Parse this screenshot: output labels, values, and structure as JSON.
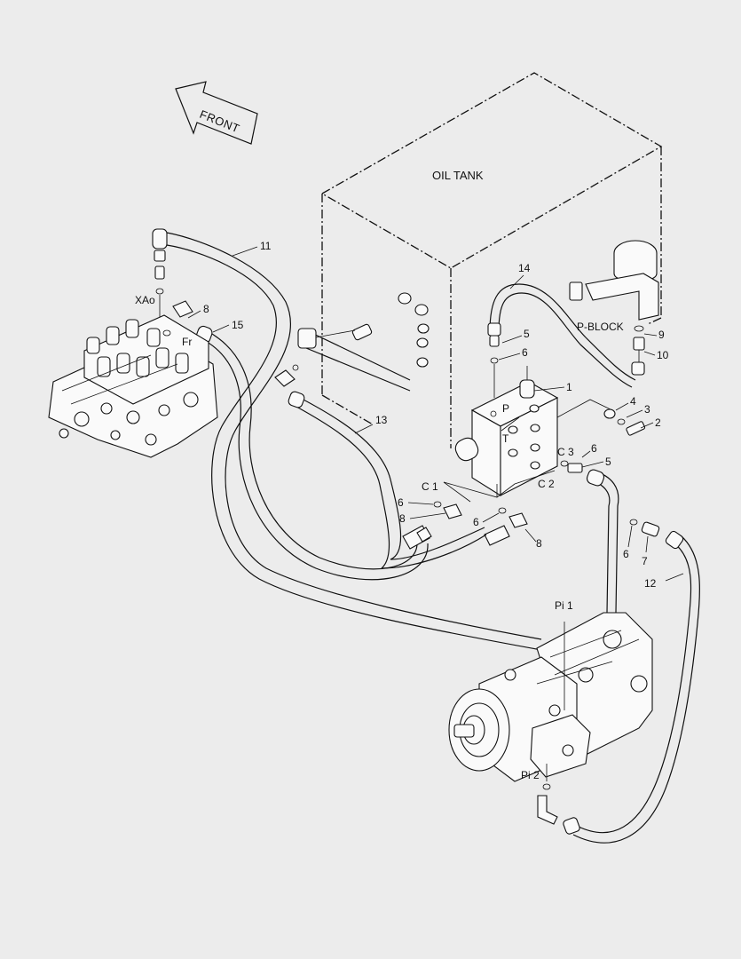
{
  "labels": {
    "front": "FRONT",
    "oil_tank": "OIL TANK",
    "p_block": "P-BLOCK",
    "xao": "XAo",
    "fr": "Fr",
    "port_p": "P",
    "port_t": "T",
    "c1": "C 1",
    "c2": "C 2",
    "c3": "C 3",
    "pi1": "Pi 1",
    "pi2": "Pi 2"
  },
  "callouts": {
    "n1": "1",
    "n2": "2",
    "n3": "3",
    "n4": "4",
    "n5a": "5",
    "n5b": "5",
    "n6a": "6",
    "n6b": "6",
    "n6c": "6",
    "n6d": "6",
    "n6e": "6",
    "n7": "7",
    "n8a": "8",
    "n8b": "8",
    "n8c": "8",
    "n9": "9",
    "n10": "10",
    "n11": "11",
    "n12": "12",
    "n13": "13",
    "n14": "14",
    "n15": "15"
  },
  "colors": {
    "background": "#ececec",
    "line": "#111111"
  }
}
